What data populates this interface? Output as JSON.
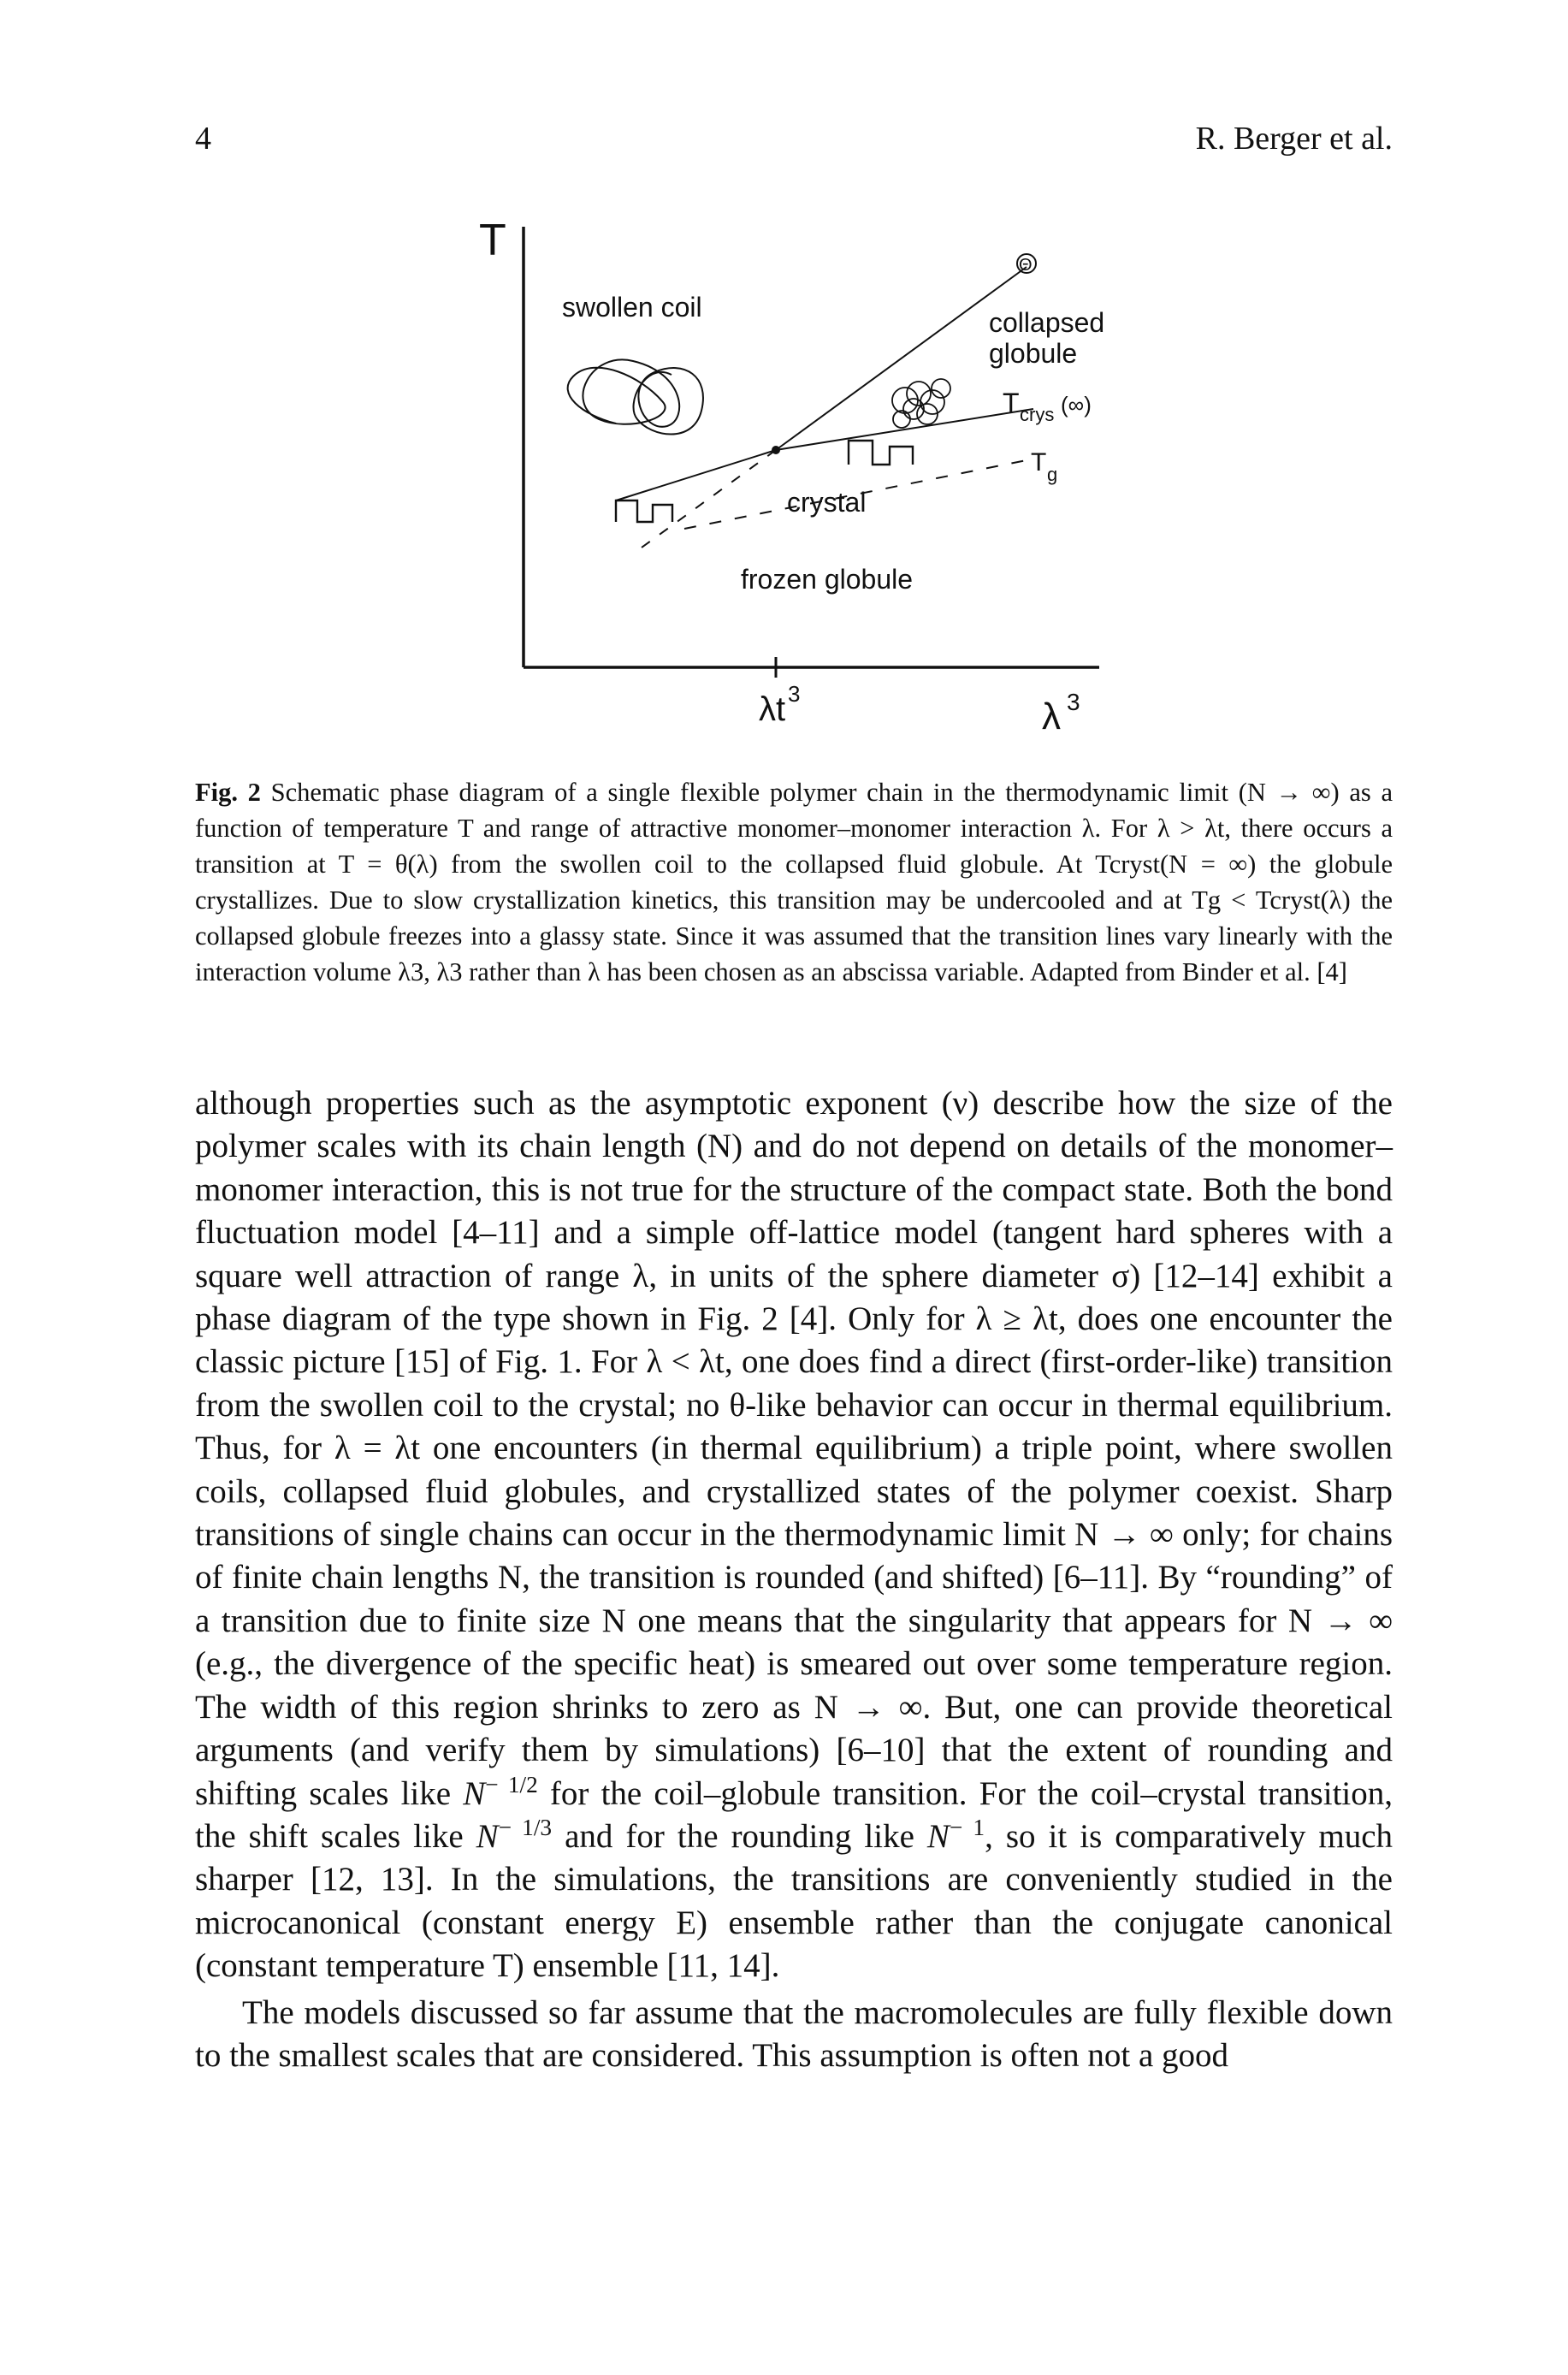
{
  "header": {
    "page_number": "4",
    "running_head": "R. Berger et al."
  },
  "figure": {
    "y_axis_label": "T",
    "x_axis_label_lambda_t": "λt",
    "x_axis_label_lambda_t_sup": "3",
    "x_axis_label_lambda": "λ",
    "x_axis_label_lambda_sup": "3",
    "theta_label": "Θ",
    "swollen_coil": "swollen coil",
    "collapsed_line1": "collapsed",
    "collapsed_line2": "globule",
    "tcrys_main": "T",
    "tcrys_sub": "crys",
    "tcrys_inf": "(∞)",
    "crystal": "crystal",
    "tg_main": "T",
    "tg_sub": "g",
    "frozen_globule": "frozen globule"
  },
  "caption": {
    "label": "Fig. 2",
    "s1": " Schematic phase diagram of a single flexible polymer chain in the thermodynamic limit (N → ∞) as a function of temperature T and range of attractive monomer–monomer interaction λ.",
    "s2": " For λ > λt, there occurs a transition at T = θ(λ) from the swollen coil to the collapsed fluid globule.",
    "s3": " At Tcryst(N = ∞) the globule crystallizes. Due to slow crystallization kinetics, this transition may be undercooled and at Tg < Tcryst(λ) the collapsed globule freezes into a glassy state.",
    "s4": " Since it was assumed that the transition lines vary linearly with the interaction volume λ3, λ3 rather than λ has been chosen as an abscissa variable. Adapted from Binder et al. [4]"
  },
  "body": {
    "p1a": "although properties such as the asymptotic exponent (ν) describe how the size of the polymer scales with its chain length (N) and do not depend on details of the monomer–monomer interaction, this is not true for the structure of the compact state. Both the bond fluctuation model [4–11] and a simple off-lattice model (tangent hard spheres with a square well attraction of range λ, in units of the sphere diameter σ) [12–14] exhibit a phase diagram of the type shown in Fig. 2 [4]. Only for λ ≥ λt, does one encounter the classic picture [15] of Fig. 1. For λ < λt, one does find a direct (first-order-like) transition from the swollen coil to the crystal; no θ-like behavior can occur in thermal equilibrium. Thus, for λ = λt one encounters (in thermal equilibrium) a triple point, where swollen coils, collapsed fluid globules, and crystallized states of the polymer coexist. Sharp transitions of single chains can occur in the thermodynamic limit N → ∞ only; for chains of finite chain lengths N, the transition is rounded (and shifted) [6–11]. By “rounding” of a transition due to finite size N one means that the singularity that appears for N → ∞ (e.g., the divergence of the specific heat) is smeared out over some temperature region. The width of this region shrinks to zero as N → ∞. But, one can provide theoretical arguments (and verify them by simulations) [6–10] that the extent of rounding and shifting scales like ",
    "p1_exp1": "N",
    "p1_exp1_sup": "− 1/2",
    "p1b": " for the coil–globule transition. For the coil–crystal transition, the shift scales like ",
    "p1_exp2": "N",
    "p1_exp2_sup": "− 1/3",
    "p1c": " and for the rounding like ",
    "p1_exp3": "N",
    "p1_exp3_sup": "− 1",
    "p1d": ", so it is comparatively much sharper [12, 13]. In the simulations, the transitions are conveniently studied in the microcanonical (constant energy E) ensemble rather than the conjugate canonical (constant temperature T) ensemble [11, 14].",
    "p2": "The models discussed so far assume that the macromolecules are fully flexible down to the smallest scales that are considered. This assumption is often not a good"
  }
}
